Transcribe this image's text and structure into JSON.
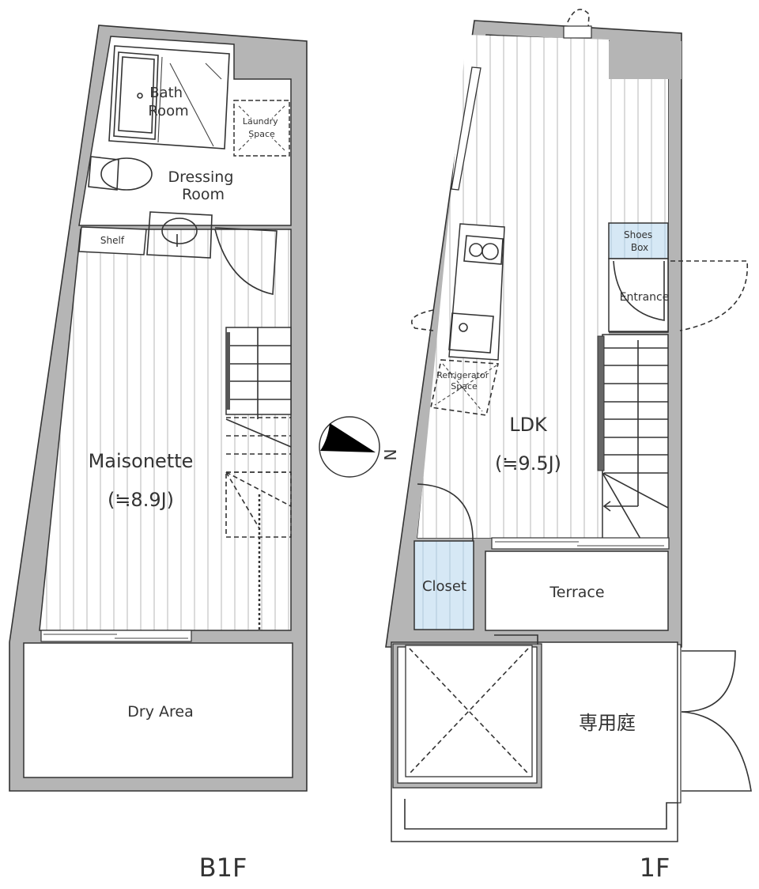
{
  "floors": [
    {
      "id": "b1f",
      "label": "B1F",
      "rooms": {
        "bath": {
          "line1": "Bath",
          "line2": "Room"
        },
        "laundry": {
          "line1": "Laundry",
          "line2": "Space"
        },
        "dressing": {
          "line1": "Dressing",
          "line2": "Room"
        },
        "shelf": {
          "label": "Shelf"
        },
        "maisonette": {
          "name": "Maisonette",
          "area": "(≒8.9J)"
        },
        "dry_area": {
          "label": "Dry Area"
        }
      }
    },
    {
      "id": "1f",
      "label": "1F",
      "rooms": {
        "shoes_box": {
          "line1": "Shoes",
          "line2": "Box"
        },
        "entrance": {
          "label": "Entrance"
        },
        "refrigerator": {
          "line1": "Refrigerator",
          "line2": "Space"
        },
        "ldk": {
          "name": "LDK",
          "area": "(≒9.5J)"
        },
        "closet": {
          "label": "Closet"
        },
        "terrace": {
          "label": "Terrace"
        },
        "private_garden": {
          "label": "専用庭"
        }
      }
    }
  ],
  "compass": {
    "direction_label": "N",
    "icon": "north-arrow-icon"
  },
  "colors": {
    "wall": "#b5b5b5",
    "line": "#333333",
    "storage_fill": "#d6e8f5",
    "flooring_stripe": "#c8c8c8"
  }
}
